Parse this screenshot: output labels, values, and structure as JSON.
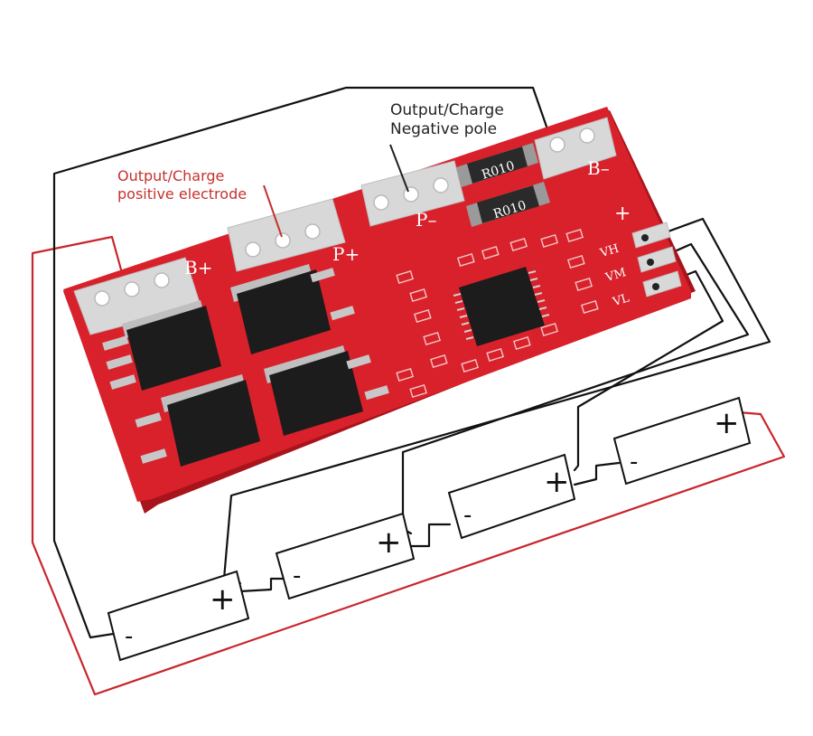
{
  "annotations": {
    "negative": {
      "line1": "Output/Charge",
      "line2": "Negative pole"
    },
    "positive": {
      "line1": "Output/Charge",
      "line2": "positive electrode"
    }
  },
  "board": {
    "pad_labels": {
      "b_plus": "B+",
      "p_plus": "P+",
      "p_minus": "P–",
      "b_minus": "B–",
      "plus": "+"
    },
    "resistor_code": "R010",
    "balance_labels": [
      "VH",
      "VM",
      "VL"
    ]
  },
  "cells": [
    {
      "minus": "-",
      "plus": "+"
    },
    {
      "minus": "-",
      "plus": "+"
    },
    {
      "minus": "-",
      "plus": "+"
    },
    {
      "minus": "-",
      "plus": "+"
    }
  ],
  "colors": {
    "pcb": "#d9212b",
    "pcb_dark": "#a8141c",
    "pad": "#d6d6d6",
    "mosfet": "#1c1c1c",
    "wire_black": "#111111",
    "wire_red": "#c8262b",
    "annotation_red": "#c4322d",
    "annotation_black": "#222222"
  }
}
